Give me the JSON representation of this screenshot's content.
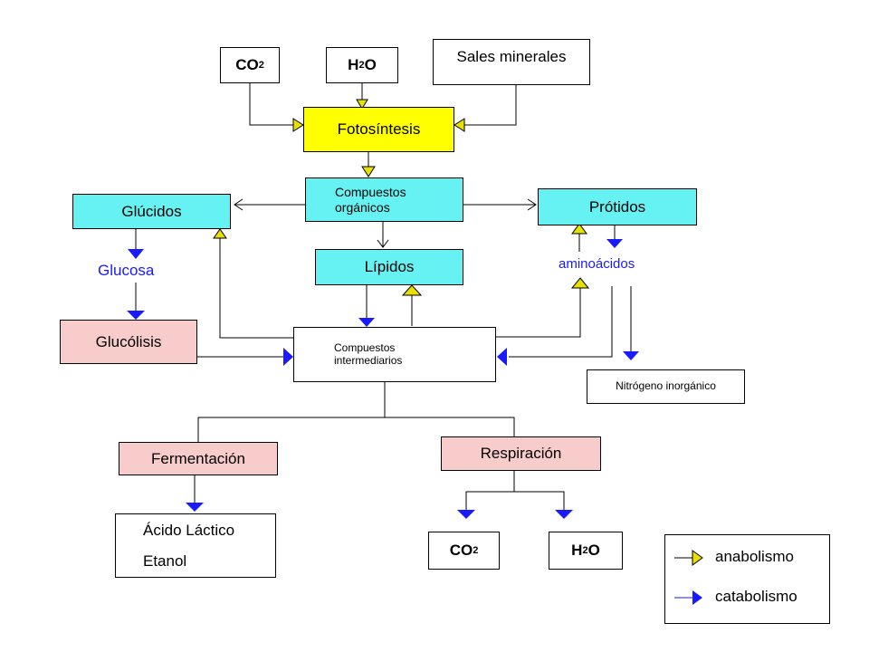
{
  "nodes": {
    "co2_top": {
      "label": "CO",
      "sub": "2"
    },
    "h2o_top": {
      "label": "H",
      "sub": "2",
      "suffix": "O"
    },
    "sales": {
      "label": "Sales minerales"
    },
    "fotosintesis": {
      "label": "Fotosíntesis"
    },
    "compuestos_organicos": {
      "label": "Compuestos orgánicos"
    },
    "glucidos": {
      "label": "Glúcidos"
    },
    "protidos": {
      "label": "Prótidos"
    },
    "lipidos": {
      "label": "Lípidos"
    },
    "glucolisis": {
      "label": "Glucólisis"
    },
    "intermedios": {
      "label": "Compuestos intermediarios"
    },
    "nitrogeno": {
      "label": "Nitrógeno inorgánico"
    },
    "fermentacion": {
      "label": "Fermentación"
    },
    "respiracion": {
      "label": "Respiración"
    },
    "acido_etanol": {
      "line1": "Ácido Láctico",
      "line2": "Etanol"
    },
    "co2_bottom": {
      "label": "CO",
      "sub": "2"
    },
    "h2o_bottom": {
      "label": "H",
      "sub": "2",
      "suffix": "O"
    }
  },
  "labels": {
    "glucosa": "Glucosa",
    "aminoacidos": "aminoácidos"
  },
  "legend": {
    "anabolismo": "anabolismo",
    "catabolismo": "catabolismo"
  },
  "colors": {
    "yellow": "#ffff00",
    "cyan": "#66f2f2",
    "pink": "#f9cccc",
    "anabolic_arrow": "#e8e000",
    "catabolic_arrow": "#1a1aff",
    "label_blue": "#1a1aff"
  }
}
